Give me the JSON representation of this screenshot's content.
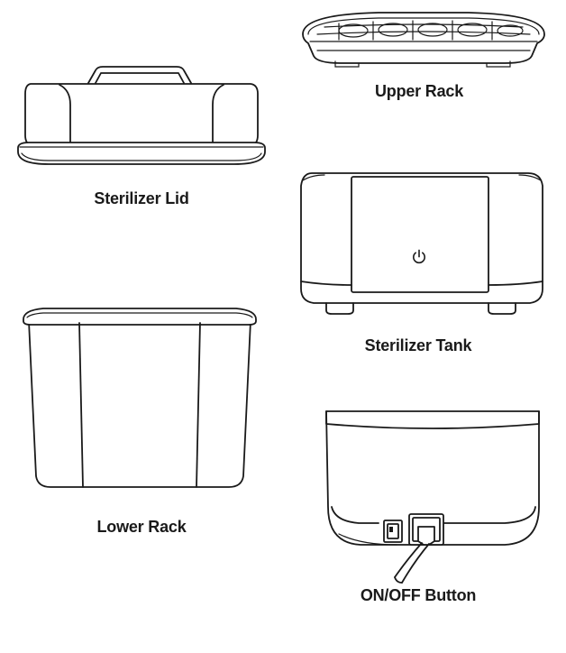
{
  "parts": [
    {
      "id": "sterilizer-lid",
      "label": "Sterilizer Lid"
    },
    {
      "id": "upper-rack",
      "label": "Upper Rack"
    },
    {
      "id": "sterilizer-tank",
      "label": "Sterilizer Tank"
    },
    {
      "id": "lower-rack",
      "label": "Lower Rack"
    },
    {
      "id": "on-off-button",
      "label": "ON/OFF Button"
    }
  ],
  "icons": {
    "power": "power-icon",
    "switch": "rocker-switch-icon",
    "plug": "power-plug-icon"
  },
  "colors": {
    "line": "#1a1a1a",
    "background": "#ffffff"
  }
}
